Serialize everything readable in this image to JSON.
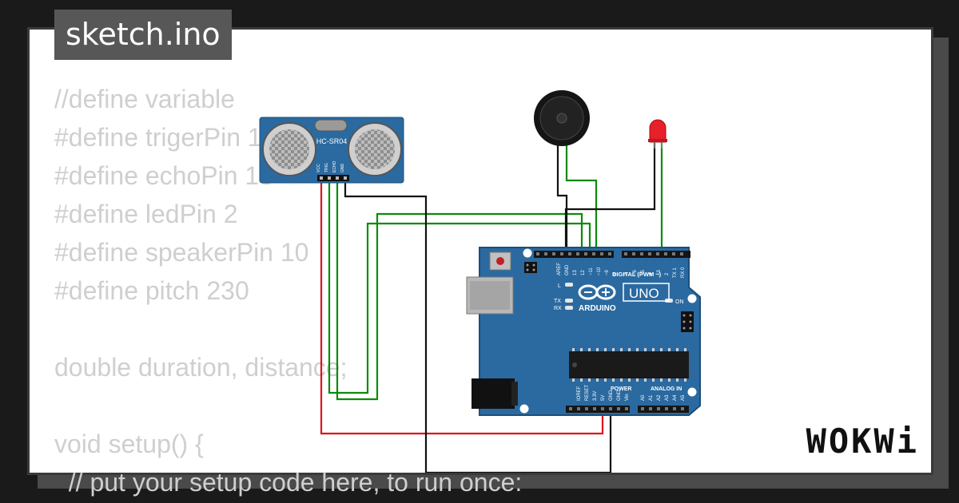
{
  "title": "sketch.ino",
  "code_lines": [
    "//define variable",
    "#define trigerPin 12",
    "#define echoPin 13",
    "#define ledPin 2",
    "#define speakerPin 10",
    "#define pitch 230",
    "",
    "double duration, distance;",
    "",
    "void setup() {",
    "  // put your setup code here, to run once:"
  ],
  "sensor": {
    "model": "HC-SR04",
    "pins": [
      "VCC",
      "TRIG",
      "ECHO",
      "GND"
    ]
  },
  "arduino": {
    "brand": "ARDUINO",
    "model": "UNO",
    "digital_label": "DIGITAL (PWM ~)",
    "power_label": "POWER",
    "analog_label": "ANALOG IN",
    "on_label": "ON",
    "l_label": "L",
    "tx_label": "TX",
    "rx_label": "RX",
    "digital_pins": [
      "AREF",
      "GND",
      "13",
      "12",
      "~11",
      "~10",
      "~9",
      "8",
      "7",
      "~6",
      "~5",
      "4",
      "~3",
      "2",
      "TX 1",
      "RX 0"
    ],
    "power_pins": [
      "IOREF",
      "RESET",
      "3.3V",
      "5V",
      "GND",
      "GND",
      "Vin"
    ],
    "analog_pins": [
      "A0",
      "A1",
      "A2",
      "A3",
      "A4",
      "A5"
    ]
  },
  "logo": "WOKWi",
  "colors": {
    "wire_red": "#e0141e",
    "wire_green": "#0a8c0a",
    "wire_black": "#111111",
    "board": "#2a6aa0",
    "code_text": "#cfcfcf"
  }
}
